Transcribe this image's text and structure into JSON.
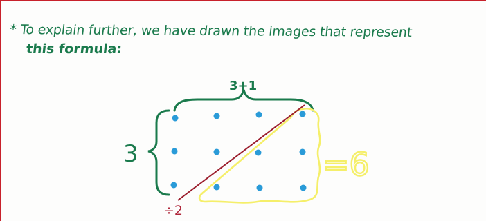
{
  "text": {
    "line1": "* To explain further, we have drawn the images that represent",
    "line2": "this formula:"
  },
  "figure": {
    "top_label": "3+1",
    "left_label": "3",
    "divide_label": "÷2",
    "equals_label": "=6",
    "rows": 3,
    "columns": 4
  },
  "colors": {
    "border": "#c8212b",
    "ink_green": "#1a7a4c",
    "dot_blue": "#2a9bd8",
    "diagonal_red": "#9c1f2e",
    "highlight_yellow": "#f5ef6a"
  }
}
